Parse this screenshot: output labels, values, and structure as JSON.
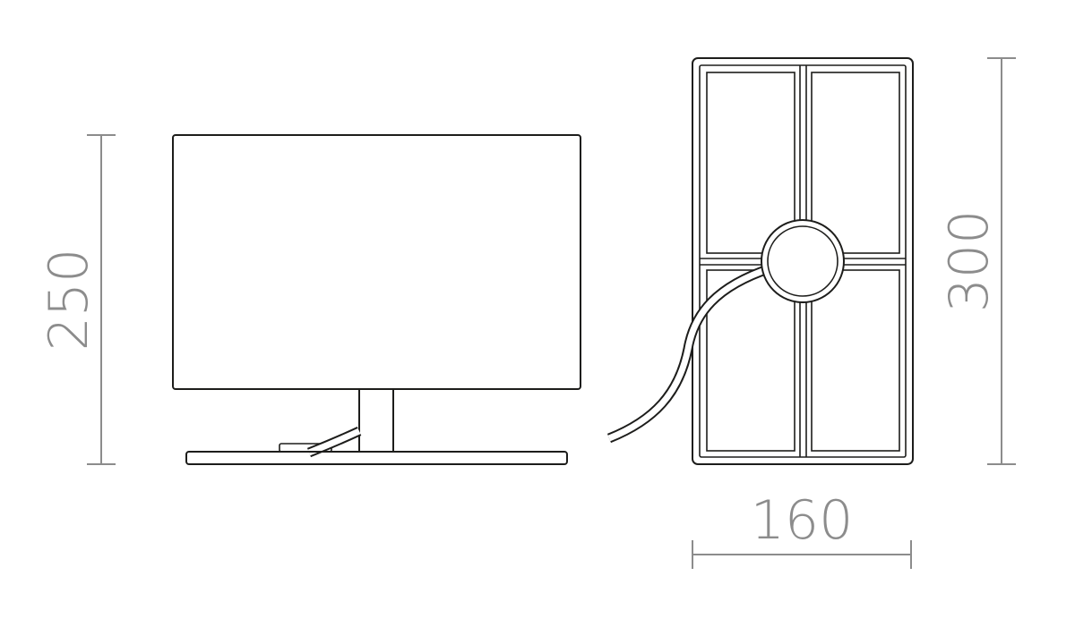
{
  "drawing": {
    "colors": {
      "outline": "#1d1d1b",
      "dimension": "#8c8c8c",
      "background": "#ffffff"
    },
    "dimensions": {
      "front_height": "250",
      "top_height": "300",
      "top_width": "160"
    }
  }
}
